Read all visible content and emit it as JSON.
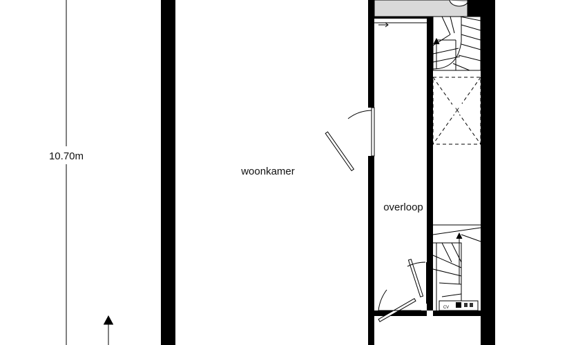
{
  "plan": {
    "rooms": {
      "living_room": "woonkamer",
      "landing": "overloop"
    },
    "dimensions": {
      "height": "10.70m"
    },
    "symbols": {
      "skylight_mark": "x",
      "device_label": "CV"
    }
  }
}
